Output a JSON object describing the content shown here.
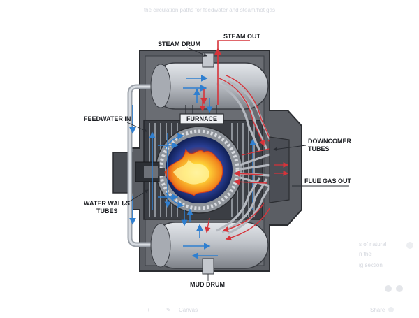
{
  "caption": "the circulation paths for feedwater and steam/hot gas",
  "labels": {
    "steam_drum": "STEAM DRUM",
    "steam_out": "STEAM OUT",
    "feedwater_in": "FEEDWATER IN",
    "furnace": "FURNACE",
    "downcomer_line1": "DOWNCOMER",
    "downcomer_line2": "TUBES",
    "flue_gas_out": "FLUE GAS OUT",
    "water_walls_line1": "WATER WALLS",
    "water_walls_line2": "TUBES",
    "mud_drum": "MUD DRUM"
  },
  "background_ui": {
    "snippet_line1": "s of natural",
    "snippet_line2": "n the",
    "snippet_line3": "ig section",
    "bottom_center": "Canvas",
    "bottom_right": "Share"
  },
  "colors": {
    "casing": "#56595f",
    "casing_dark": "#3a3d43",
    "drum": "#b9bdc4",
    "water_flow": "#2f7fd0",
    "steam_flow": "#d6333a",
    "flame_core": "#ffe14a",
    "flame_outer": "#f0641e",
    "furnace_glow": "#18398a"
  },
  "icons": [
    "flame-icon",
    "burner-icon"
  ]
}
